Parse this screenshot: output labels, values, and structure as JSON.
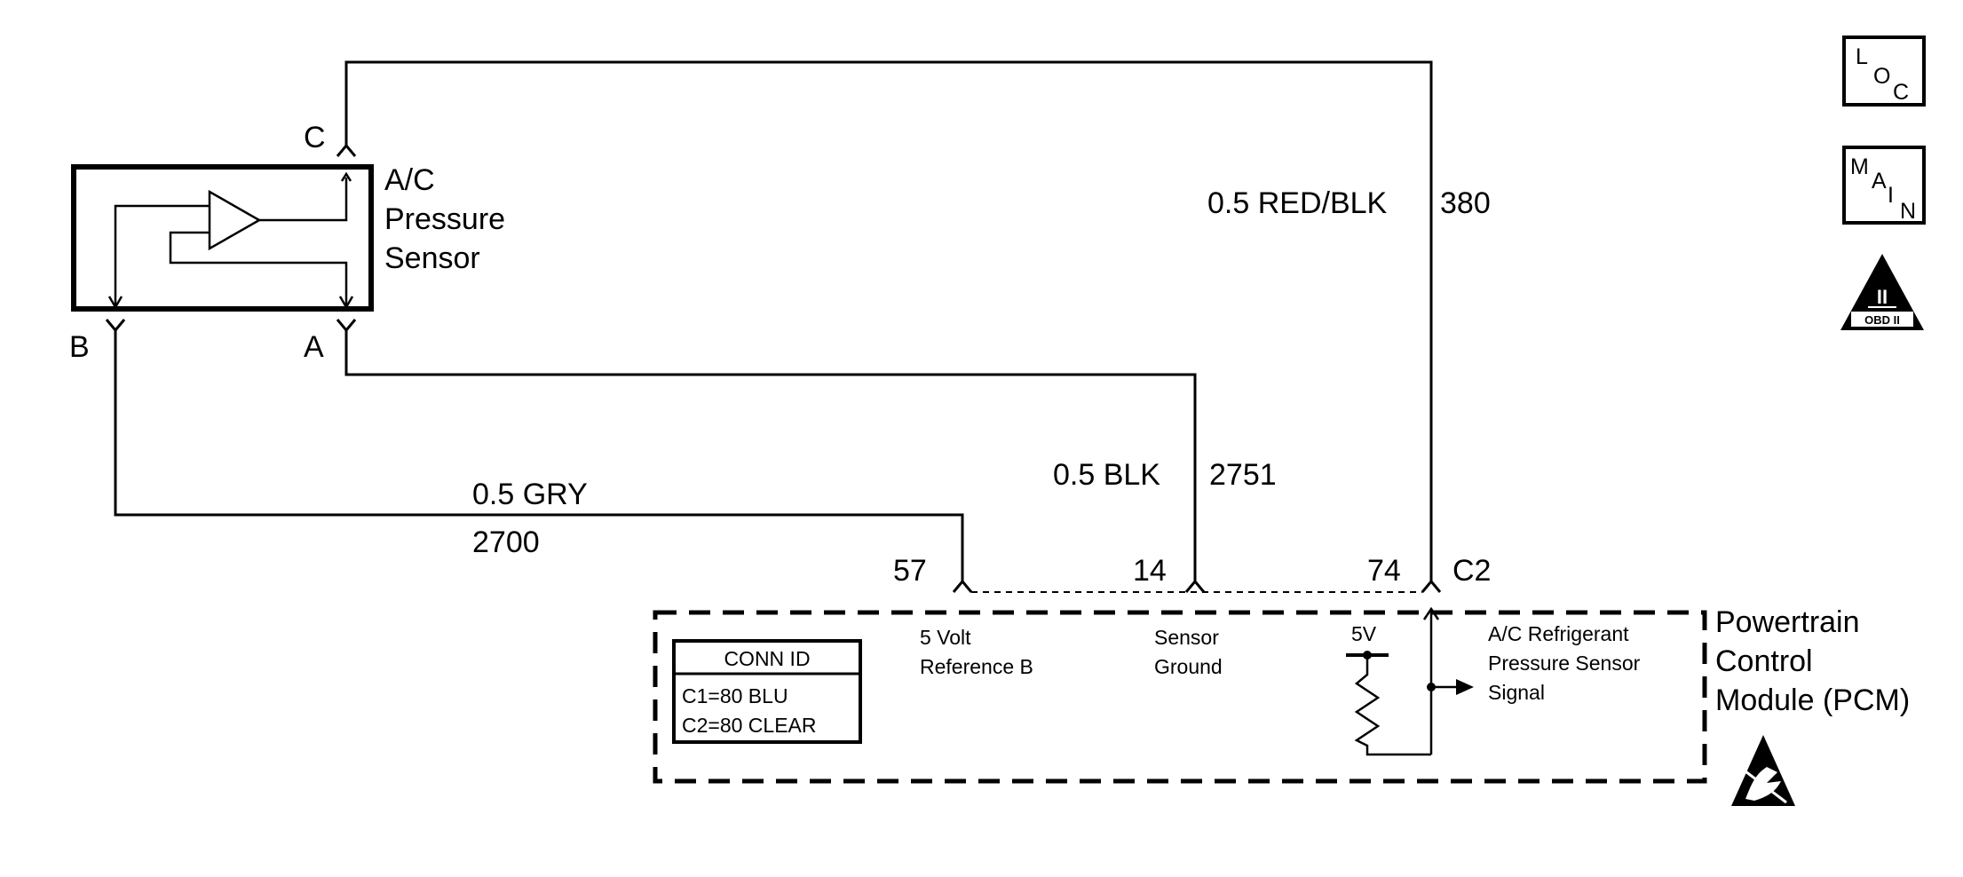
{
  "sensor": {
    "name_lines": [
      "A/C",
      "Pressure",
      "Sensor"
    ],
    "pins": {
      "c": "C",
      "b": "B",
      "a": "A"
    }
  },
  "wires": {
    "red_blk": {
      "color": "0.5 RED/BLK",
      "circuit": "380"
    },
    "blk": {
      "color": "0.5 BLK",
      "circuit": "2751"
    },
    "gry": {
      "color": "0.5 GRY",
      "circuit": "2700"
    }
  },
  "pcm": {
    "pins": {
      "p57": "57",
      "p14": "14",
      "p74": "74"
    },
    "connector": "C2",
    "name_lines": [
      "Powertrain",
      "Control",
      "Module (PCM)"
    ],
    "pin_labels": {
      "ref": [
        "5 Volt",
        "Reference B"
      ],
      "gnd": [
        "Sensor",
        "Ground"
      ],
      "sig": [
        "A/C Refrigerant",
        "Pressure Sensor",
        "Signal"
      ]
    },
    "voltage": "5V",
    "conn_id": {
      "title": "CONN ID",
      "lines": [
        "C1=80 BLU",
        "C2=80 CLEAR"
      ]
    }
  },
  "icons": {
    "loc": [
      "L",
      "O",
      "C"
    ],
    "main": [
      "M",
      "A",
      "I",
      "N"
    ],
    "obd": {
      "numeral": "II",
      "label": "OBD II"
    }
  }
}
